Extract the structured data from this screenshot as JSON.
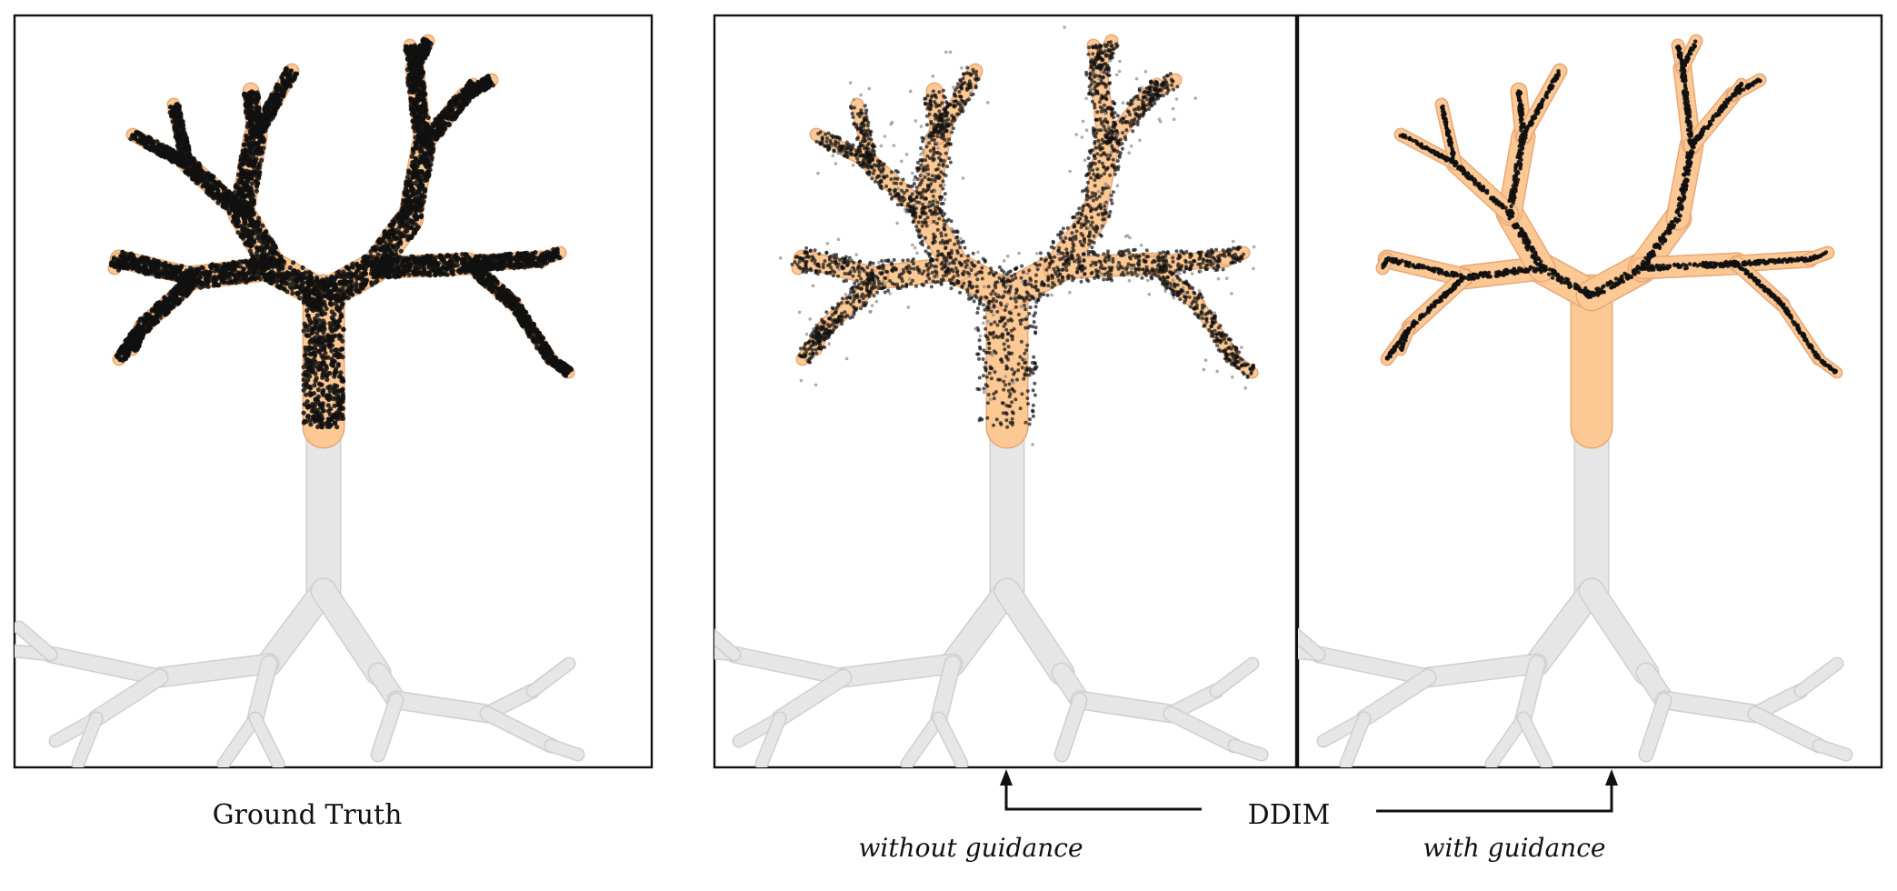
{
  "figure": {
    "panels": [
      {
        "id": "ground-truth",
        "caption": "Ground Truth",
        "samples": "dense"
      },
      {
        "id": "ddim-without-guidance",
        "caption": "without guidance",
        "samples": "scattered"
      },
      {
        "id": "ddim-with-guidance",
        "caption": "with guidance",
        "samples": "sparse"
      }
    ],
    "shared_caption": "DDIM",
    "colors": {
      "roots": "#e6e6e6",
      "roots_stroke": "#cfcfcf",
      "canopy": "#fcc894",
      "canopy_stroke": "#e8a877",
      "samples": "#111111",
      "frame": "#111111"
    }
  }
}
